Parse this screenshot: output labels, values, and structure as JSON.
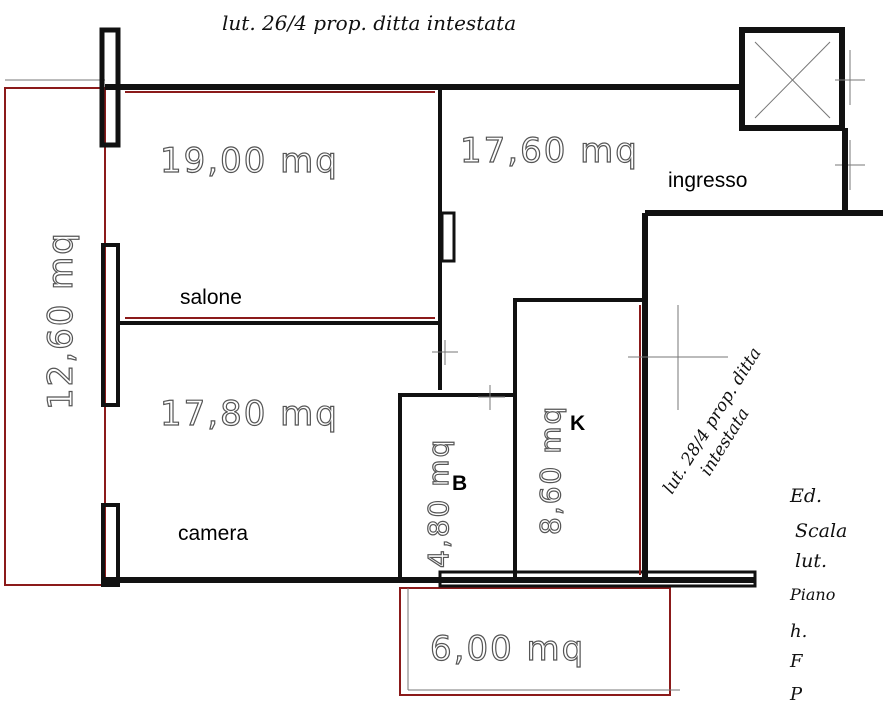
{
  "header_note": "lut. 26/4 prop. ditta intestata",
  "rooms": {
    "salone": {
      "label": "salone",
      "area": "19,00 mq"
    },
    "ingresso": {
      "label": "ingresso",
      "area": "17,60 mq"
    },
    "camera": {
      "label": "camera",
      "area": "17,80 mq"
    },
    "bagno": {
      "label": "B",
      "area": "4,80 mq"
    },
    "cucina": {
      "label": "K",
      "area": "8,60 mq"
    },
    "balcone_sinistro": {
      "area": "12,60 mq"
    },
    "balcone_inferiore": {
      "area": "6,00 mq"
    }
  },
  "side_note": [
    "lut. 28/4 prop. ditta",
    "intestata"
  ],
  "legend": [
    "Ed.",
    "Scala",
    "lut.",
    "Piano",
    "h.",
    "F",
    "P"
  ]
}
